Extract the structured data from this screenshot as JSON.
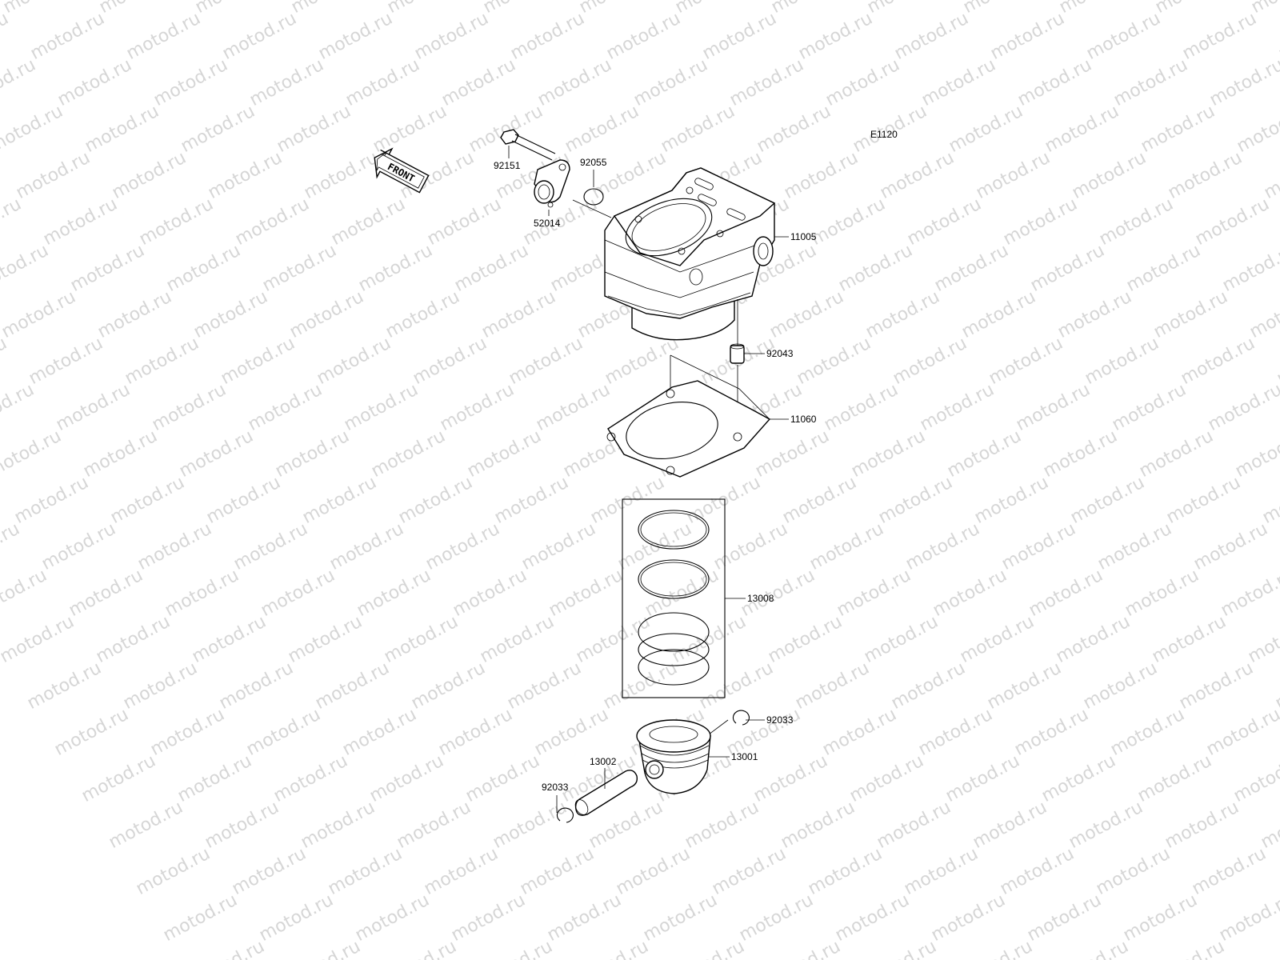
{
  "diagram": {
    "code": "E1120",
    "front_label": "FRONT",
    "watermark": "motod.ru",
    "parts": [
      {
        "number": "92151"
      },
      {
        "number": "92055"
      },
      {
        "number": "52014"
      },
      {
        "number": "11005"
      },
      {
        "number": "92043"
      },
      {
        "number": "11060"
      },
      {
        "number": "13008"
      },
      {
        "number": "92033"
      },
      {
        "number": "13001"
      },
      {
        "number": "13002"
      },
      {
        "number": "92033"
      }
    ]
  }
}
